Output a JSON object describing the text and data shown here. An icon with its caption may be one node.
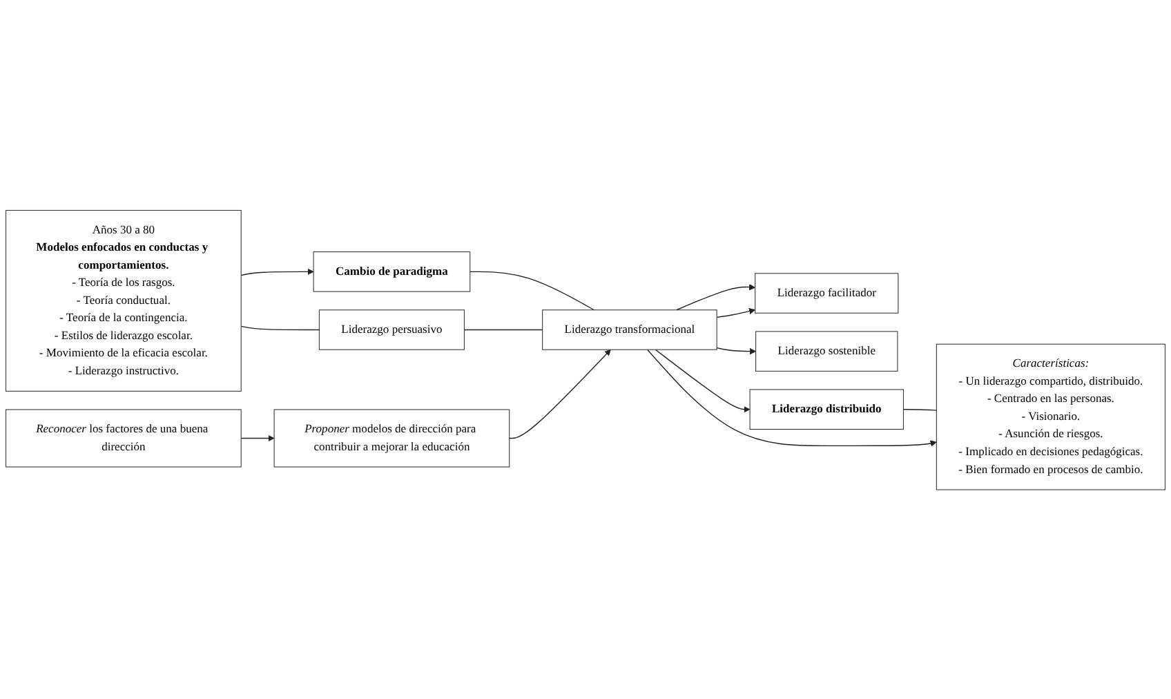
{
  "diagram": {
    "nodes": [
      {
        "text": [
          "Años 30 a 80",
          "Modelos enfocados en conductas y comportamientos.",
          "- Teoría de los rasgos.",
          "- Teoría conductual.",
          "- Teoría de la contingencia.",
          "- Estilos de liderazgo escolar.",
          "- Movimiento de la eficacia escolar.",
          "- Liderazgo instructivo."
        ]
      },
      {
        "text": [
          "Cambio de paradigma"
        ]
      },
      {
        "text": [
          "*Reconocer* los factores de una buena dirección"
        ]
      },
      {
        "text": [
          "*Proponer* modelos de dirección para contribuir a mejorar la educación"
        ]
      },
      {
        "text": [
          "Liderazgo facilitador"
        ]
      },
      {
        "text": [
          "Liderazgo persuasivo"
        ]
      },
      {
        "text": [
          "Liderazgo sostenible"
        ]
      },
      {
        "text": [
          "Liderazgo distribuido"
        ]
      },
      {
        "text": [
          "Liderazgo transformacional"
        ]
      },
      {
        "text": [
          "Características:",
          "- Un liderazgo compartido, distribuido.",
          "- Centrado en las personas.",
          "- Visionario.",
          "- Asunción de riesgos.",
          "- Implicado en decisiones pedagógicas.",
          "- Bien formado en procesos de cambio."
        ]
      }
    ],
    "edges": [
      {
        "from": 0,
        "to": 1,
        "arrow": "to"
      },
      {
        "from": 0,
        "to": 5,
        "arrow": "none"
      },
      {
        "from": 1,
        "to": 8,
        "arrow": "none"
      },
      {
        "from": 2,
        "to": 3,
        "arrow": "to"
      },
      {
        "from": 3,
        "to": 8,
        "arrow": "to"
      },
      {
        "from": 8,
        "to": 4,
        "arrow": "to"
      },
      {
        "from": 8,
        "to": 4,
        "arrow": "to"
      },
      {
        "from": 5,
        "to": 8,
        "arrow": "none"
      },
      {
        "from": 8,
        "to": 6,
        "arrow": "to"
      },
      {
        "from": 8,
        "to": 7,
        "arrow": "to"
      },
      {
        "from": 8,
        "to": 9,
        "arrow": "to"
      },
      {
        "from": 7,
        "to": 9,
        "arrow": "none"
      }
    ]
  }
}
